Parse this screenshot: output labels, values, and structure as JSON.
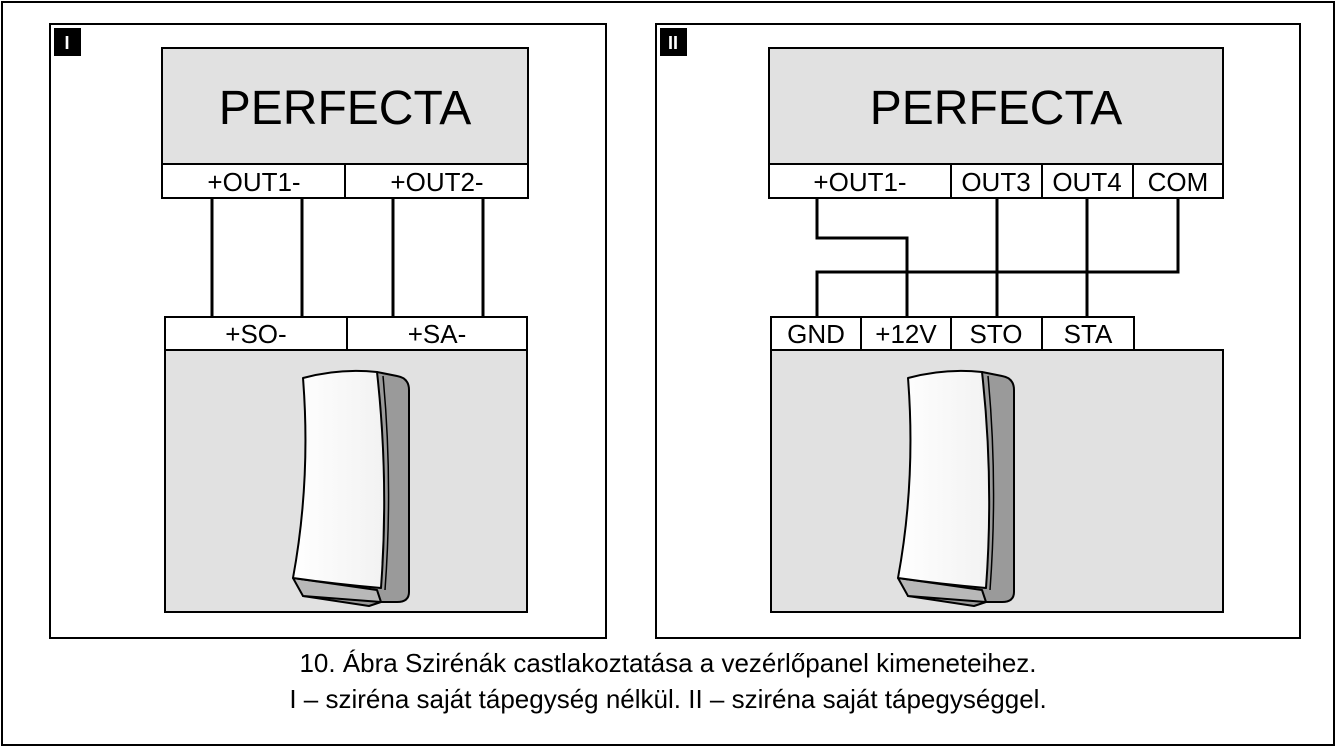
{
  "panel_1": {
    "badge": "I",
    "controller_label": "PERFECTA",
    "controller_terminals": [
      "+OUT1-",
      "+OUT2-"
    ],
    "siren_terminals": [
      "+SO-",
      "+SA-"
    ]
  },
  "panel_2": {
    "badge": "II",
    "controller_label": "PERFECTA",
    "controller_terminals": [
      "+OUT1-",
      "OUT3",
      "OUT4",
      "COM"
    ],
    "siren_terminals": [
      "GND",
      "+12V",
      "STO",
      "STA"
    ]
  },
  "caption": {
    "line1": "10. Ábra Szirénák castlakoztatása a vezérlőpanel kimeneteihez.",
    "line2": "I – sziréna saját tápegység nélkül. II – sziréna saját tápegységgel."
  },
  "colors": {
    "box_fill": "#e1e1e1",
    "line": "#000000",
    "siren_body": "#ffffff",
    "siren_side": "#9a9a9a"
  }
}
